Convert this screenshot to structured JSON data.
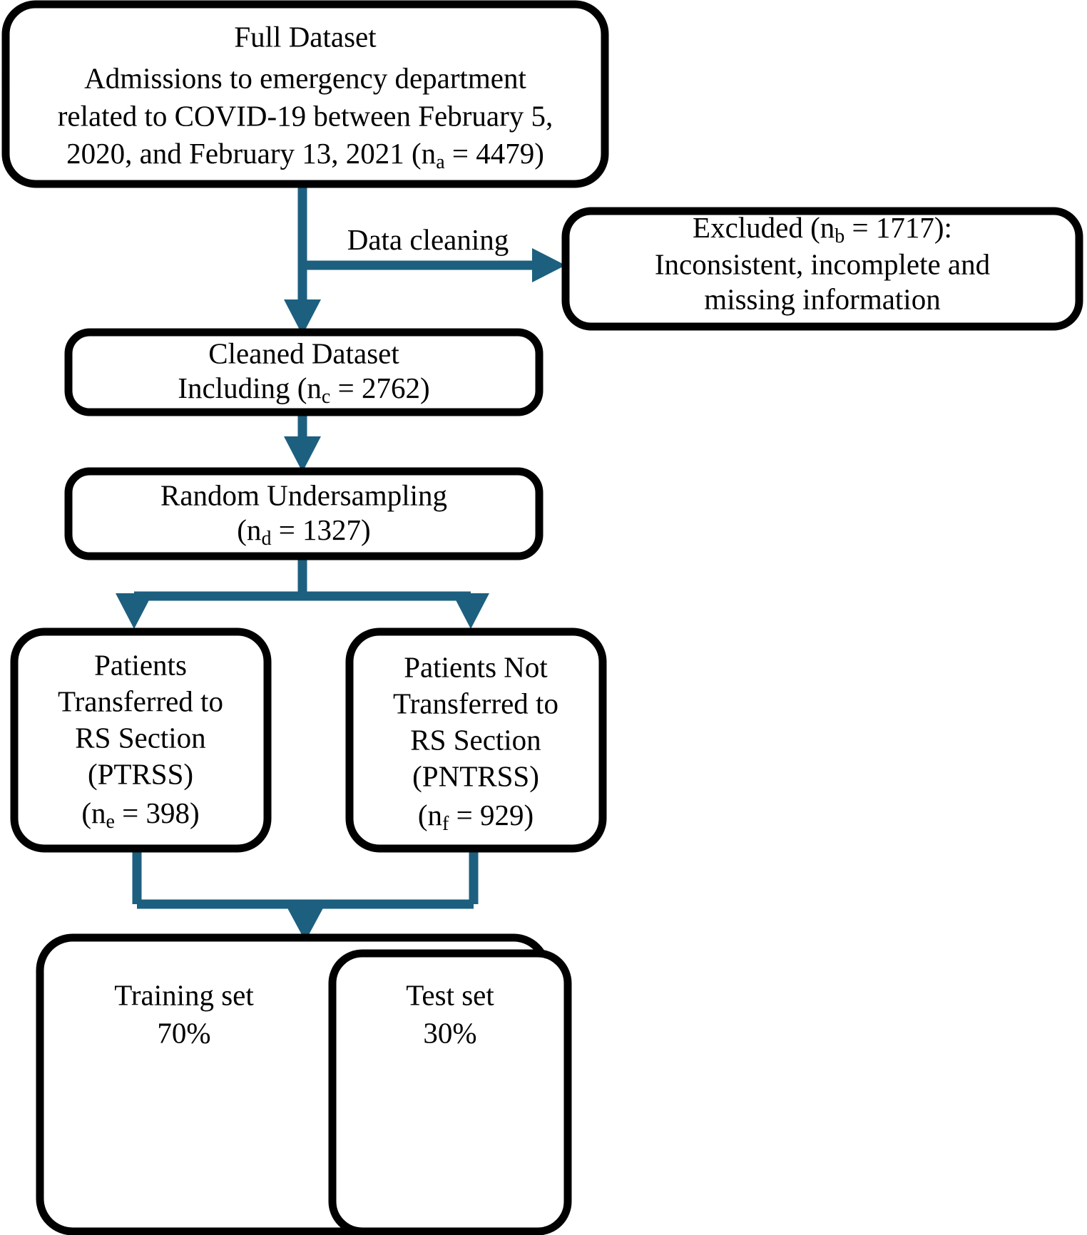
{
  "diagram": {
    "title": "COVID-19 emergency department dataset flowchart",
    "accent_color": "#1d5f7f",
    "box_stroke_color": "#000000",
    "background_color": "#ffffff"
  },
  "nodes": {
    "full_dataset": {
      "id": "full-dataset",
      "lines": [
        "Full Dataset",
        "Admissions to emergency department",
        "related to COVID-19 between February 5,",
        "2020, and February 13, 2021 (nₐ = 4479)"
      ],
      "line1": "Full Dataset",
      "line2": "Admissions to emergency department",
      "line3": "related to COVID-19 between February 5,",
      "line4_pre": "2020, and February 13, 2021 (n",
      "line4_sub": "a",
      "line4_post": " = 4479)",
      "count_label": "nₐ",
      "count_value": "4479"
    },
    "excluded": {
      "id": "excluded",
      "line1_pre": "Excluded (n",
      "line1_sub": "b",
      "line1_post": " = 1717):",
      "line2": "Inconsistent, incomplete and",
      "line3": "missing information",
      "count_label": "nᵇ",
      "count_value": "1717"
    },
    "cleaned_dataset": {
      "id": "cleaned-dataset",
      "line1": "Cleaned Dataset",
      "line2_pre": "Including (n",
      "line2_sub": "c",
      "line2_post": " = 2762)",
      "count_label": "nᶜ",
      "count_value": "2762"
    },
    "random_undersampling": {
      "id": "random-undersampling",
      "line1": "Random Undersampling",
      "line2_pre": "(n",
      "line2_sub": "d",
      "line2_post": " = 1327)",
      "count_label": "nᵈ",
      "count_value": "1327"
    },
    "ptrss": {
      "id": "patients-transferred",
      "line1": "Patients",
      "line2": "Transferred to",
      "line3": "RS Section",
      "line4": "(PTRSS)",
      "line5_pre": "(n",
      "line5_sub": "e",
      "line5_post": " = 398)",
      "count_label": "nᵉ",
      "count_value": "398"
    },
    "pntrss": {
      "id": "patients-not-transferred",
      "line1": "Patients Not",
      "line2": "Transferred to",
      "line3": "RS Section",
      "line4": "(PNTRSS)",
      "line5_pre": "(n",
      "line5_sub": "f",
      "line5_post": " = 929)",
      "count_label": "nᶠ",
      "count_value": "929"
    },
    "training_set": {
      "id": "training-set",
      "line1": "Training set",
      "line2": "70%",
      "percent": "70%"
    },
    "test_set": {
      "id": "test-set",
      "line1": "Test set",
      "line2": "30%",
      "percent": "30%"
    }
  },
  "edges": {
    "data_cleaning": {
      "id": "data-cleaning-edge",
      "label": "Data cleaning",
      "from": "full_dataset",
      "to": "excluded"
    },
    "to_cleaned": {
      "id": "full-to-cleaned-edge",
      "label": ""
    },
    "to_undersampling": {
      "id": "cleaned-to-undersampling-edge",
      "label": ""
    },
    "split_to_groups": {
      "id": "undersampling-split-edge",
      "label": ""
    },
    "merge_to_split": {
      "id": "groups-merge-edge",
      "label": ""
    }
  }
}
